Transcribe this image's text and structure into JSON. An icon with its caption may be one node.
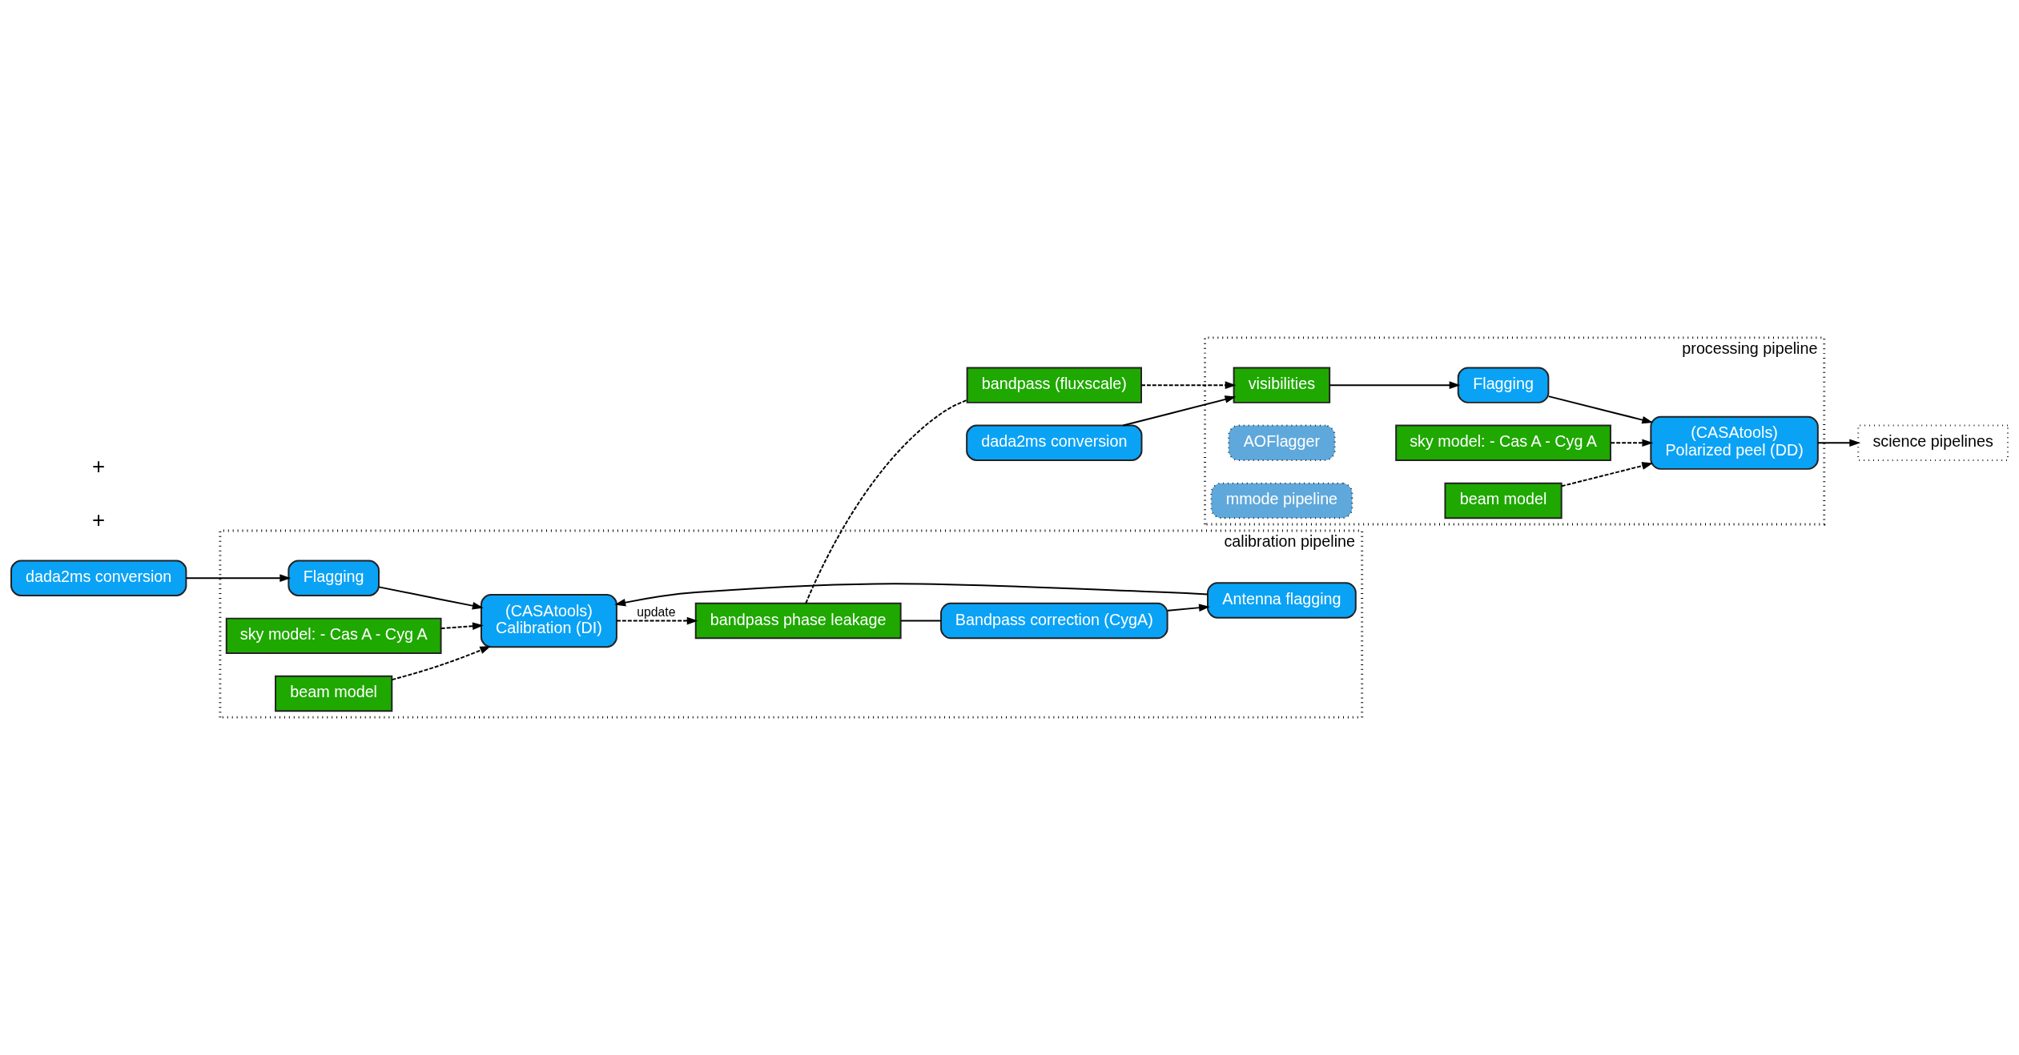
{
  "diagram": {
    "nodes": [
      {
        "text": [
          "calibration pipeline"
        ]
      },
      {
        "text": [
          "dada2ms conversion"
        ]
      },
      {
        "text": [
          "Flagging"
        ],
        "in": 0
      },
      {
        "text": [
          "(CASAtools)",
          "Calibration (DI)"
        ],
        "in": 0
      },
      {
        "text": [
          "bandpass phase leakage"
        ],
        "in": 0
      },
      {
        "text": [
          "sky model: - Cas A - Cyg A"
        ],
        "in": 0
      },
      {
        "text": [
          "beam model"
        ],
        "in": 0
      },
      {
        "text": [
          "Antenna flagging"
        ],
        "in": 0
      },
      {
        "text": [
          "Bandpass correction (CygA)"
        ],
        "in": 0
      },
      {
        "text": [
          "bandpass (fluxscale)"
        ]
      },
      {
        "text": [
          "processing pipeline"
        ]
      },
      {
        "text": [
          "dada2ms conversion"
        ]
      },
      {
        "text": [
          "visibilities"
        ],
        "in": 10
      },
      {
        "text": [
          "Flagging"
        ],
        "in": 10
      },
      {
        "text": [
          "AOFlagger"
        ],
        "in": 10
      },
      {
        "text": [
          "mmode pipeline"
        ],
        "in": 10
      },
      {
        "text": [
          "(CASAtools)",
          "Polarized peel (DD)"
        ],
        "in": 10
      },
      {
        "text": [
          "sky model: - Cas A - Cyg A"
        ],
        "in": 10
      },
      {
        "text": [
          "beam model"
        ],
        "in": 10
      },
      {
        "text": [
          "science pipelines"
        ]
      }
    ],
    "edges": [
      {
        "from": 1,
        "to": 2,
        "arrow": "to"
      },
      {
        "from": 2,
        "to": 3,
        "arrow": "to"
      },
      {
        "from": 3,
        "to": 4,
        "arrow": "to",
        "label": "update",
        "style": "dashed"
      },
      {
        "from": 5,
        "to": 3,
        "arrow": "to",
        "style": "dashed"
      },
      {
        "from": 6,
        "to": 3,
        "arrow": "to",
        "style": "dashed"
      },
      {
        "from": 4,
        "to": 8,
        "arrow": "none"
      },
      {
        "from": 8,
        "to": 7,
        "arrow": "to"
      },
      {
        "from": 7,
        "to": 3,
        "arrow": "to"
      },
      {
        "from": 4,
        "to": 9,
        "arrow": "none",
        "style": "dashed"
      },
      {
        "from": 9,
        "to": 12,
        "arrow": "to",
        "style": "dashed"
      },
      {
        "from": 11,
        "to": 12,
        "arrow": "to"
      },
      {
        "from": 12,
        "to": 13,
        "arrow": "to"
      },
      {
        "from": 13,
        "to": 16,
        "arrow": "to"
      },
      {
        "from": 16,
        "to": 19,
        "arrow": "to"
      },
      {
        "from": 17,
        "to": 16,
        "arrow": "to",
        "style": "dashed"
      },
      {
        "from": 18,
        "to": 16,
        "arrow": "to",
        "style": "dashed"
      }
    ],
    "labels": [
      "+",
      "+"
    ]
  }
}
